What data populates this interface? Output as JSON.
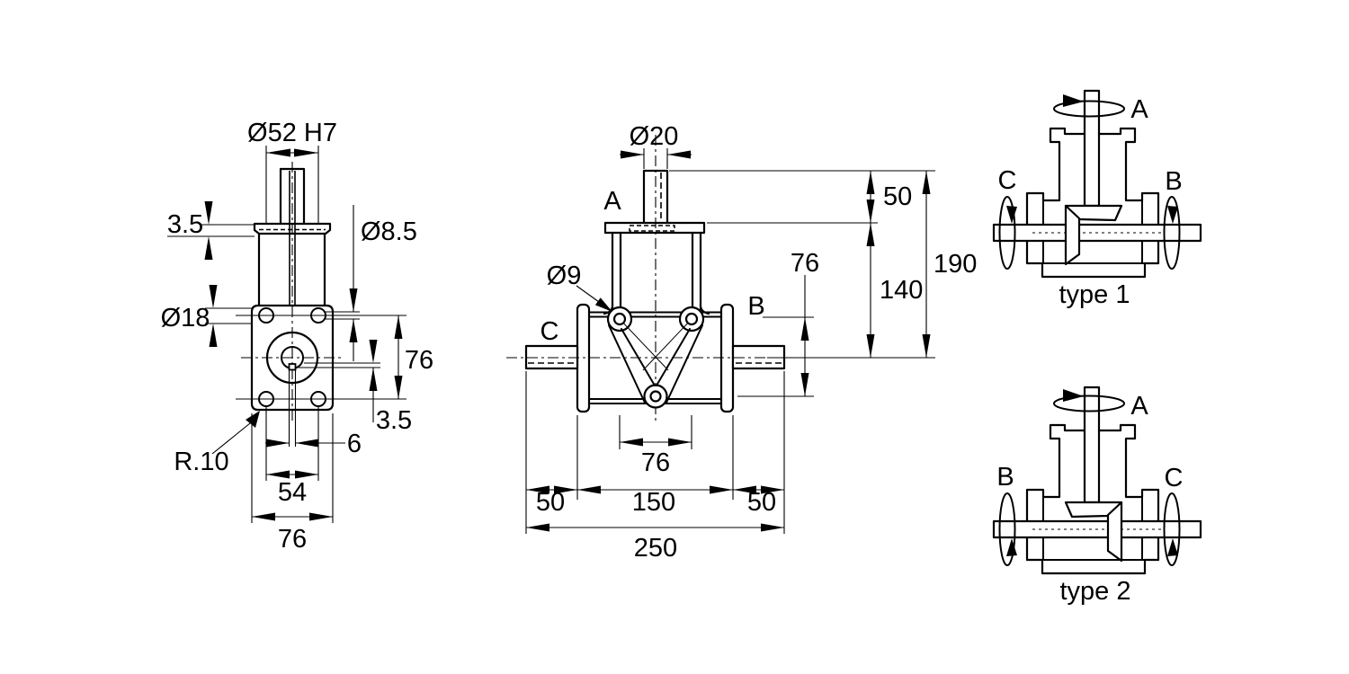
{
  "drawing": {
    "left_view": {
      "dim_bore": "Ø52 H7",
      "dim_flange_thickness": "3.5",
      "dim_hole_diameter": "Ø8.5",
      "dim_hub_diameter": "Ø18",
      "dim_hole_spacing_vertical": "76",
      "dim_keyway_offset": "3.5",
      "dim_keyway_width": "6",
      "dim_hole_spacing_horizontal": "54",
      "dim_overall_width": "76",
      "dim_corner_radius": "R.10"
    },
    "front_view": {
      "label_shaft_a": "A",
      "label_shaft_b": "B",
      "label_shaft_c": "C",
      "dim_shaft_diameter": "Ø20",
      "dim_hole_diameter": "Ø9",
      "dim_shaft_projection": "50",
      "dim_flange_to_axis": "140",
      "dim_overall_height": "190",
      "dim_side_drop": "76",
      "dim_hole_spacing": "76",
      "dim_left_shaft": "50",
      "dim_housing_width": "150",
      "dim_right_shaft": "50",
      "dim_overall_width": "250"
    },
    "type_1": {
      "caption": "type 1",
      "label_a": "A",
      "label_b": "B",
      "label_c": "C"
    },
    "type_2": {
      "caption": "type 2",
      "label_a": "A",
      "label_b": "B",
      "label_c": "C"
    },
    "colors": {
      "line": "#000000",
      "background": "#ffffff"
    }
  }
}
